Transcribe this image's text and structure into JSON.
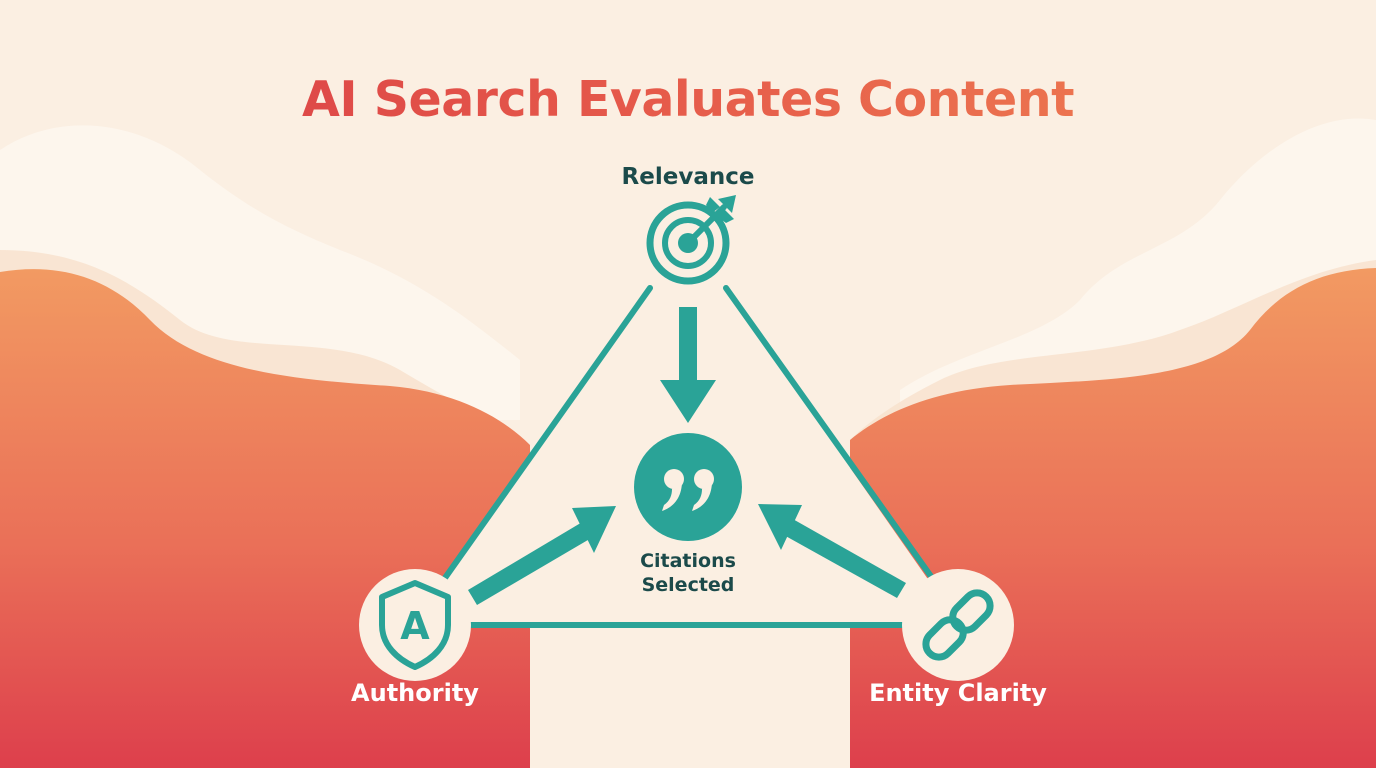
{
  "title": "AI Search Evaluates Content",
  "nodes": {
    "top": {
      "label": "Relevance",
      "icon": "target-icon"
    },
    "left": {
      "label": "Authority",
      "icon": "shield-icon",
      "icon_letter": "A"
    },
    "right": {
      "label": "Entity Clarity",
      "icon": "link-icon"
    },
    "center": {
      "line1": "Citations",
      "line2": "Selected",
      "icon": "quote-icon"
    }
  },
  "colors": {
    "teal": "#2aa397",
    "title_start": "#d83c45",
    "title_end": "#f08552",
    "cream": "#fbefe2",
    "hill_top": "#f29a62",
    "hill_bottom": "#dd3f4c"
  }
}
